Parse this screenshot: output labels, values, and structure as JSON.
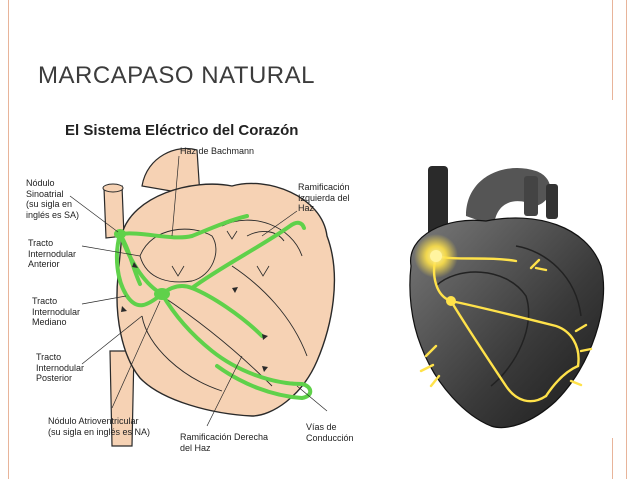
{
  "slide": {
    "title": "MARCAPASO NATURAL"
  },
  "diagram": {
    "title": "El Sistema Eléctrico del Corazón",
    "labels": {
      "bachmann": "Haz de Bachmann",
      "sa_node": [
        "Nódulo",
        "Sinoatrial",
        "(su sigla en",
        "inglés es SA)"
      ],
      "anterior_tract": [
        "Tracto",
        "Internodular",
        "Anterior"
      ],
      "middle_tract": [
        "Tracto",
        "Internodular",
        "Mediano"
      ],
      "posterior_tract": [
        "Tracto",
        "Internodular",
        "Posterior"
      ],
      "av_node": [
        "Nódulo Atrioventricular",
        "(su sigla en inglés es NA)"
      ],
      "left_branch": [
        "Ramificación",
        "Izquierda del",
        "Haz"
      ],
      "right_branch": [
        "Ramificación Derecha",
        "del Haz"
      ],
      "conduction": [
        "Vías de",
        "Conducción"
      ]
    }
  },
  "colors": {
    "accent_border": "#e8b49a",
    "conduction_green": "#5fd14a",
    "heart_peach": "#f6d2b4",
    "heart_outline": "#2a2a2a",
    "pacemaker_yellow": "#ffe24a"
  }
}
